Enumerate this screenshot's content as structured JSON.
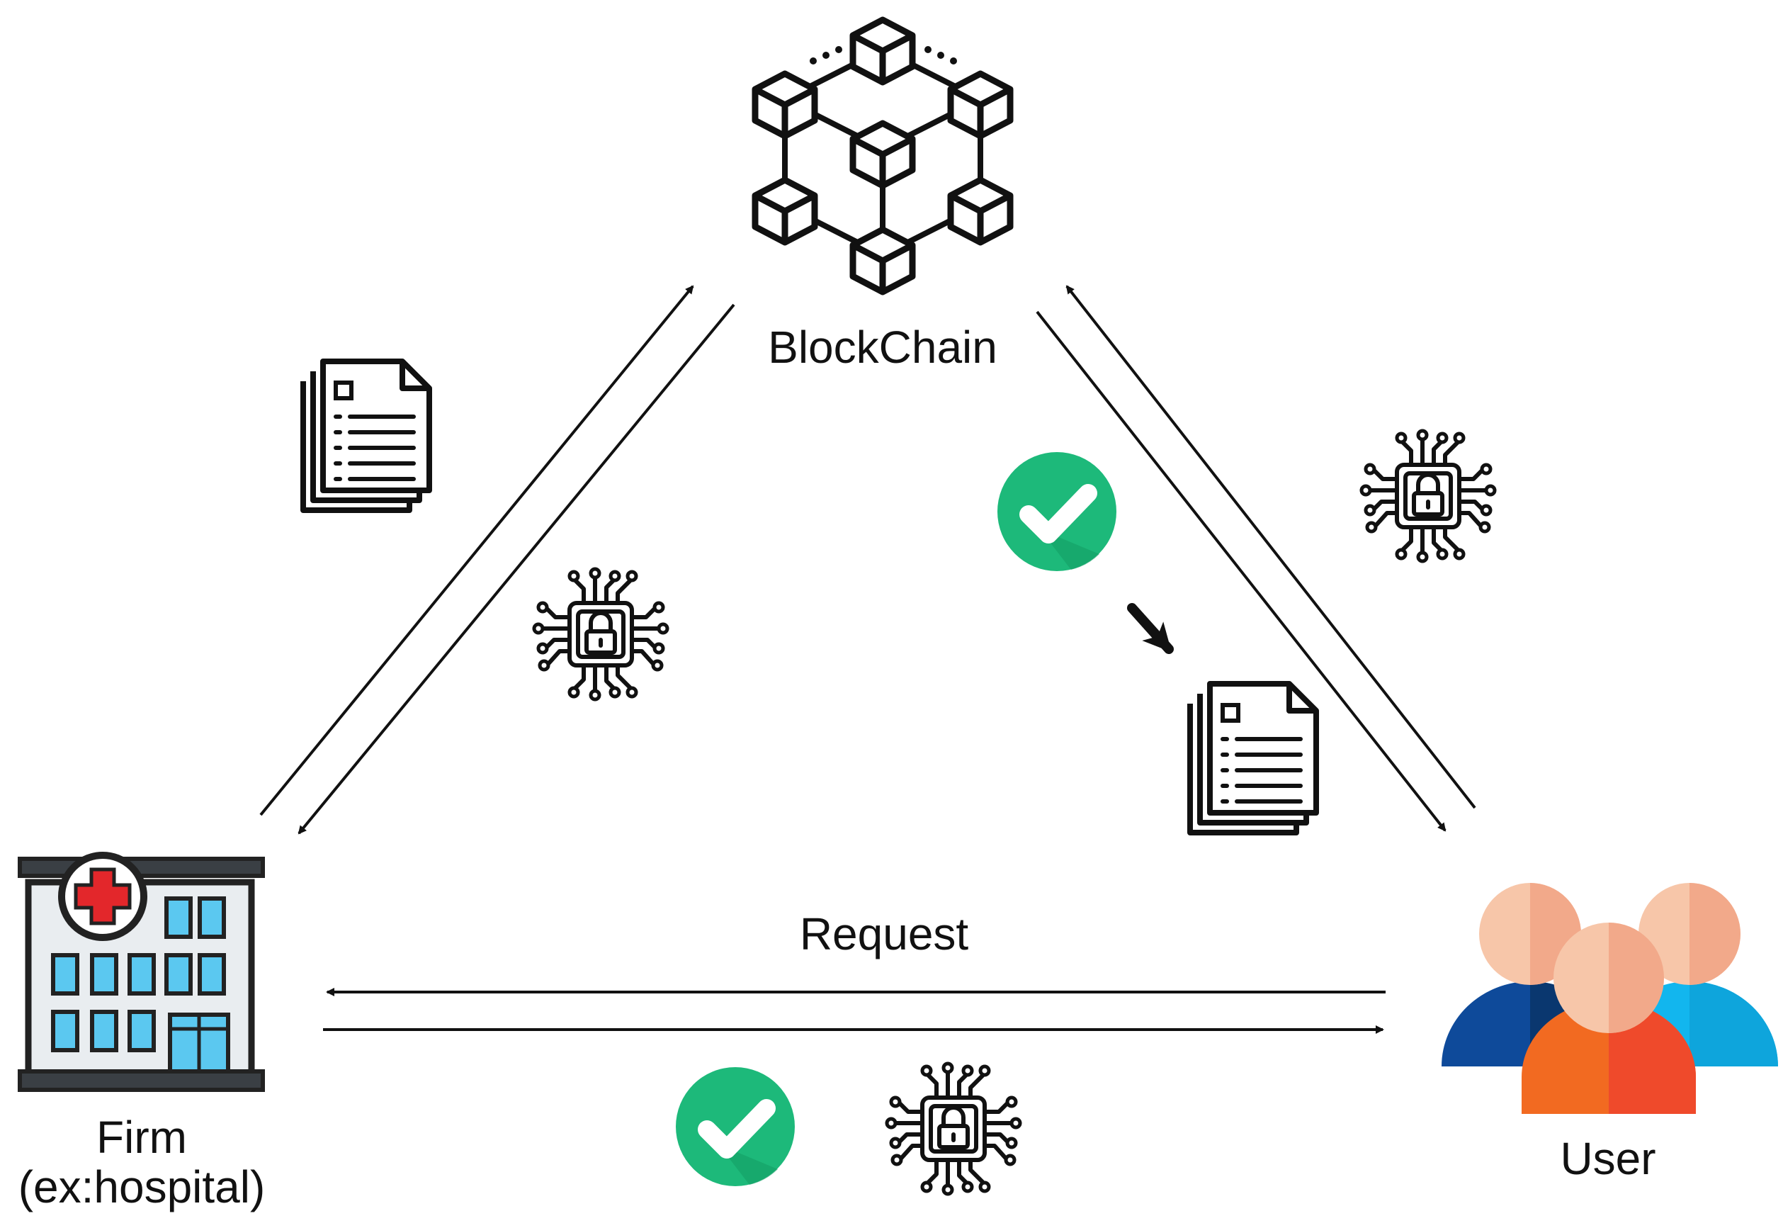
{
  "nodes": {
    "blockchain": {
      "label": "BlockChain"
    },
    "firm": {
      "label_line1": "Firm",
      "label_line2": "(ex:hospital)"
    },
    "user": {
      "label": "User"
    }
  },
  "edges": {
    "request": {
      "label": "Request"
    }
  },
  "icons": {
    "blockchain": "blockchain-network-icon",
    "hospital": "hospital-building-icon",
    "users": "user-group-icon",
    "document": "document-icon",
    "encryption": "encrypted-chip-icon",
    "check": "check-circle-icon"
  },
  "colors": {
    "check_green": "#1db97a",
    "check_shadow": "#129c63",
    "hospital_window": "#5bc8f0",
    "hospital_cross": "#e3272b",
    "user_blue_dark": "#0e4a9a",
    "user_blue_light": "#12b6ee",
    "user_orange": "#f26a21",
    "user_skin": "#f7c6a9"
  }
}
